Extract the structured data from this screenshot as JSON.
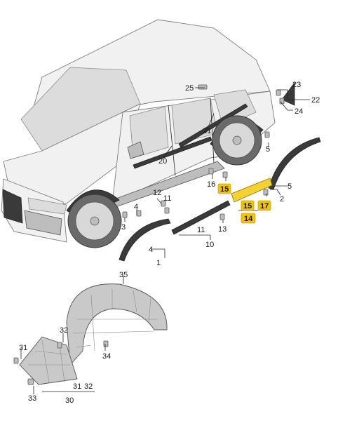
{
  "labels": {
    "l1": "1",
    "l2": "2",
    "l3": "3",
    "l4a": "4",
    "l4b": "4",
    "l5a": "5",
    "l5b": "5",
    "l10": "10",
    "l11a": "11",
    "l11b": "11",
    "l12": "12",
    "l13": "13",
    "l14": "14",
    "l15a": "15",
    "l15b": "15",
    "l16": "16",
    "l17": "17",
    "l20": "20",
    "l21": "21",
    "l22": "22",
    "l23": "23",
    "l24": "24",
    "l25": "25",
    "l30": "30",
    "l31a": "31",
    "l31b": "31",
    "l32a": "32",
    "l32b": "32",
    "l33": "33",
    "l34": "34",
    "l35": "35"
  },
  "colors": {
    "highlight": "#f2c400",
    "line": "#222222"
  }
}
